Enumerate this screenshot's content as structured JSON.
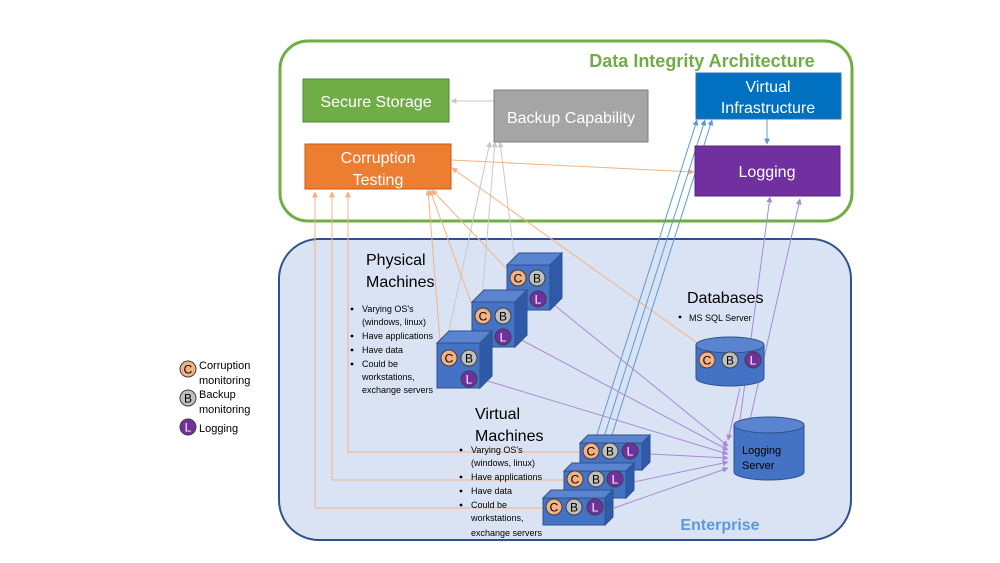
{
  "colors": {
    "frame_green": "#70ad47",
    "frame_blue": "#2f528f",
    "enterprise_fill": "#dae3f3",
    "title_green": "#70ad47",
    "enterprise_label": "#5b9bd5",
    "secure_storage": "#70ad47",
    "backup": "#a5a5a5",
    "corruption": "#ed7d31",
    "virtual_infra": "#0070c0",
    "logging": "#7030a0",
    "cube_front": "#4472c4",
    "cube_top": "#5b84d0",
    "cube_side": "#2f5aa8",
    "badge_c": "#f4b183",
    "badge_b": "#bfbfbf",
    "badge_l": "#7030a0",
    "arrow_orange": "#f4b183",
    "arrow_grey": "#c9c9c9",
    "arrow_blue": "#5b9bd5",
    "arrow_purple": "#a98ad6"
  },
  "architecture": {
    "title": "Data Integrity Architecture",
    "secure_storage": "Secure Storage",
    "backup_capability": "Backup Capability",
    "corruption_testing": [
      "Corruption",
      "Testing"
    ],
    "virtual_infrastructure": [
      "Virtual",
      "Infrastructure"
    ],
    "logging": "Logging"
  },
  "enterprise": {
    "label": "Enterprise",
    "physical": {
      "title": [
        "Physical",
        "Machines"
      ],
      "bullets": [
        "Varying OS's",
        "(windows, linux)",
        "Have applications",
        "Have data",
        "Could be",
        "workstations,",
        "exchange servers"
      ]
    },
    "virtual": {
      "title": [
        "Virtual",
        "Machines"
      ],
      "bullets": [
        "Varying OS's",
        "(windows, linux)",
        "Have applications",
        "Have data",
        "Could be",
        "workstations,",
        "exchange servers"
      ]
    },
    "databases": {
      "title": "Databases",
      "bullet": "MS SQL Server"
    },
    "logging_server": [
      "Logging",
      "Server"
    ]
  },
  "badges": {
    "c": "C",
    "b": "B",
    "l": "L"
  },
  "legend": {
    "corruption": [
      "Corruption",
      "monitoring"
    ],
    "backup": [
      "Backup",
      "monitoring"
    ],
    "logging": "Logging"
  }
}
